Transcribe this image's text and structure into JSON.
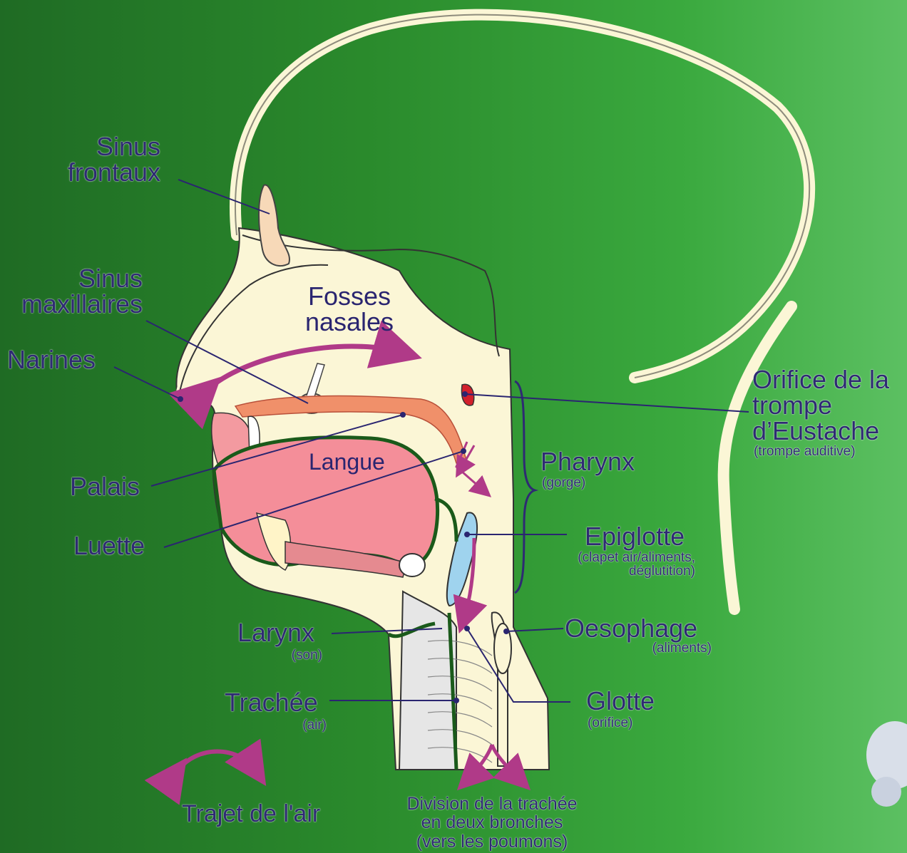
{
  "labels": {
    "sinus_frontaux": [
      "Sinus",
      "frontaux"
    ],
    "sinus_maxillaires": [
      "Sinus",
      "maxillaires"
    ],
    "narines": "Narines",
    "fosses_nasales": [
      "Fosses",
      "nasales"
    ],
    "orifice_trompe": [
      "Orifice de la",
      "trompe",
      "d’Eustache"
    ],
    "orifice_trompe_note": "(trompe auditive)",
    "langue": "Langue",
    "pharynx": "Pharynx",
    "pharynx_note": "(gorge)",
    "palais": "Palais",
    "luette": "Luette",
    "epiglotte": "Epiglotte",
    "epiglotte_note": [
      "(clapet air/aliments,",
      "déglutition)"
    ],
    "larynx": "Larynx",
    "larynx_note": "(son)",
    "oesophage": "Oesophage",
    "oesophage_note": "(aliments)",
    "trachee": "Trachée",
    "trachee_note": "(air)",
    "glotte": "Glotte",
    "glotte_note": "(orifice)",
    "division": [
      "Division de la trachée",
      "en deux bronches",
      "(vers les poumons)"
    ]
  },
  "legend": {
    "trajet_air": "Trajet de l'air"
  },
  "colors": {
    "background": "#2a8a2c",
    "skin": "#fbf6d6",
    "mucosa": "#f39aa0",
    "label_text": "#2e2a73",
    "air_arrow": "#b03a88",
    "leader_line": "#2a2570",
    "cartilage_blue": "#9fd3ee",
    "tongue": "#f48e99"
  },
  "icons": {
    "air_path": "double-arrow-icon"
  }
}
